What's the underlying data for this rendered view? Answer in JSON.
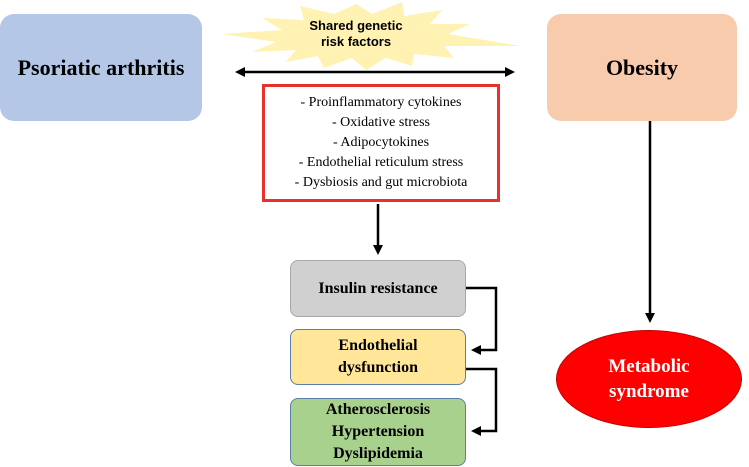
{
  "burst_label": "Shared genetic\nrisk factors",
  "nodes": {
    "psoriatic_arthritis": "Psoriatic arthritis",
    "obesity": "Obesity",
    "insulin_resistance": "Insulin  resistance",
    "endothelial_dysfunction": "Endothelial\ndysfunction",
    "cardiovascular": "Atherosclerosis\nHypertension\nDyslipidemia",
    "metabolic_syndrome": "Metabolic\nsyndrome"
  },
  "mechanisms": [
    "-  Proinflammatory cytokines",
    "-  Oxidative stress",
    "-  Adipocytokines",
    "- Endothelial reticulum stress",
    "- Dysbiosis and gut microbiota"
  ],
  "colors": {
    "psoriatic_arthritis": "#b4c7e7",
    "obesity": "#f8cbad",
    "mechanisms_border": "#e8302c",
    "insulin_resistance": "#d0d0d0",
    "endothelial_dysfunction": "#ffe699",
    "cardiovascular": "#a9d18e",
    "metabolic_syndrome": "#ff0000",
    "burst": "#fff2b3"
  }
}
